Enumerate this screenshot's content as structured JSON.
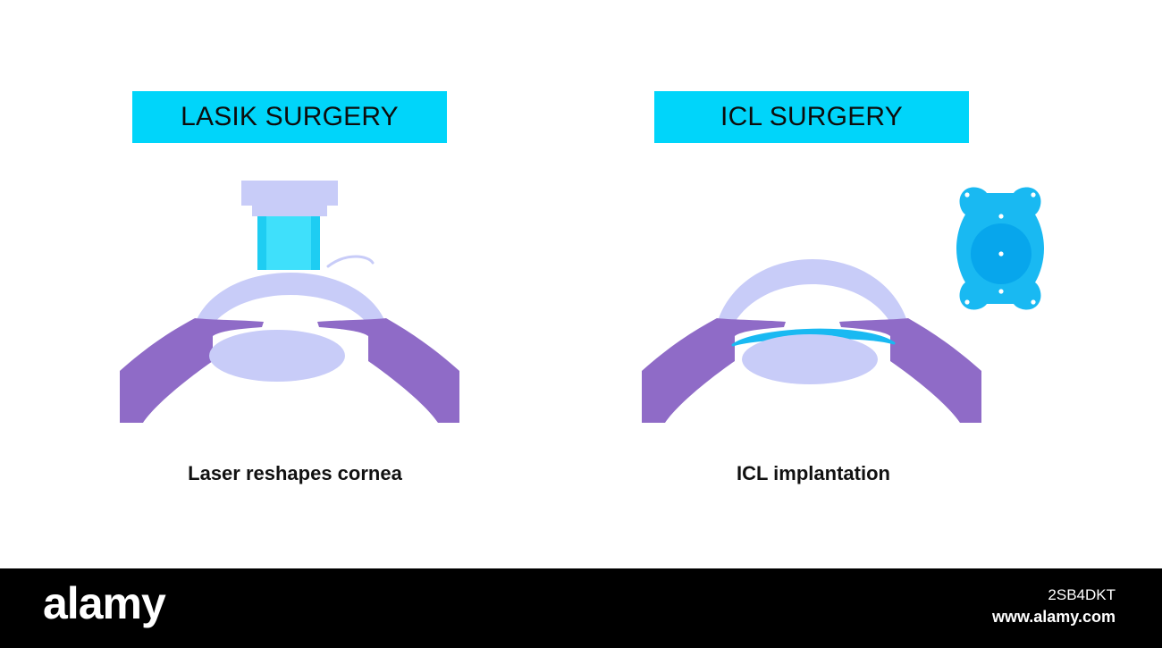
{
  "panels": {
    "lasik": {
      "title": "LASIK SURGERY",
      "caption": "Laser reshapes cornea"
    },
    "icl": {
      "title": "ICL SURGERY",
      "caption": "ICL implantation"
    }
  },
  "watermark": {
    "logo": "alamy",
    "image_id": "2SB4DKT",
    "url": "www.alamy.com"
  },
  "colors": {
    "banner": "#00d5fa",
    "iris": "#8f6bc7",
    "lens": "#c8ccf8",
    "laser_beam": "#1ecdf2",
    "icl_implant": "#19b9f2"
  }
}
